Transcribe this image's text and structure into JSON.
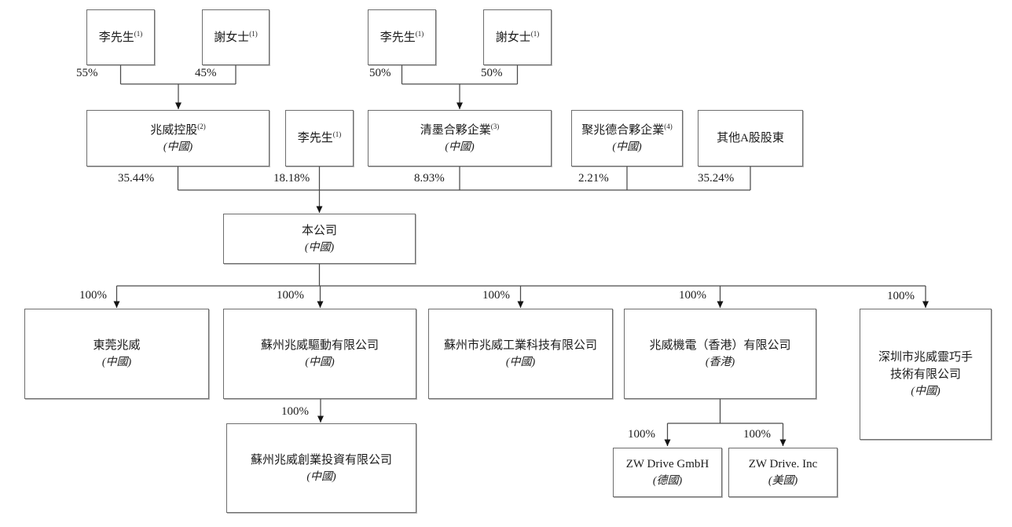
{
  "diagram": {
    "title": "shareholding-structure-chart",
    "colors": {
      "background": "#ffffff",
      "line": "#4a4a4a",
      "box_border": "#6e6e6e",
      "text": "#1c1c1c",
      "arrowhead": "#141414"
    }
  },
  "boxes": [
    {
      "name": "李先生",
      "note": "(1)"
    },
    {
      "name": "謝女士",
      "note": "(1)"
    },
    {
      "name": "李先生",
      "note": "(1)"
    },
    {
      "name": "謝女士",
      "note": "(1)"
    },
    {
      "name": "兆威控股",
      "note": "(2)",
      "region": "(中國)"
    },
    {
      "name": "李先生",
      "note": "(1)"
    },
    {
      "name": "清墨合夥企業",
      "note": "(3)",
      "region": "(中國)"
    },
    {
      "name": "聚兆德合夥企業",
      "note": "(4)",
      "region": "(中國)"
    },
    {
      "name": "其他A股股東"
    },
    {
      "name": "本公司",
      "region": "(中國)"
    },
    {
      "name": "東莞兆威",
      "region": "(中國)"
    },
    {
      "name": "蘇州兆威驅動有限公司",
      "region": "(中國)"
    },
    {
      "name": "蘇州市兆威工業科技有限公司",
      "region": "(中國)"
    },
    {
      "name": "兆威機電（香港）有限公司",
      "region": "(香港)"
    },
    {
      "name": "深圳市兆威靈巧手技術有限公司",
      "region": "(中國)"
    },
    {
      "name": "蘇州兆威創業投資有限公司",
      "region": "(中國)"
    },
    {
      "name": "ZW Drive GmbH",
      "region": "(德國)"
    },
    {
      "name": "ZW Drive. Inc",
      "region": "(美國)"
    }
  ],
  "labels": [
    "55%",
    "45%",
    "50%",
    "50%",
    "35.44%",
    "18.18%",
    "8.93%",
    "2.21%",
    "35.24%",
    "100%",
    "100%",
    "100%",
    "100%",
    "100%",
    "100%",
    "100%",
    "100%"
  ]
}
